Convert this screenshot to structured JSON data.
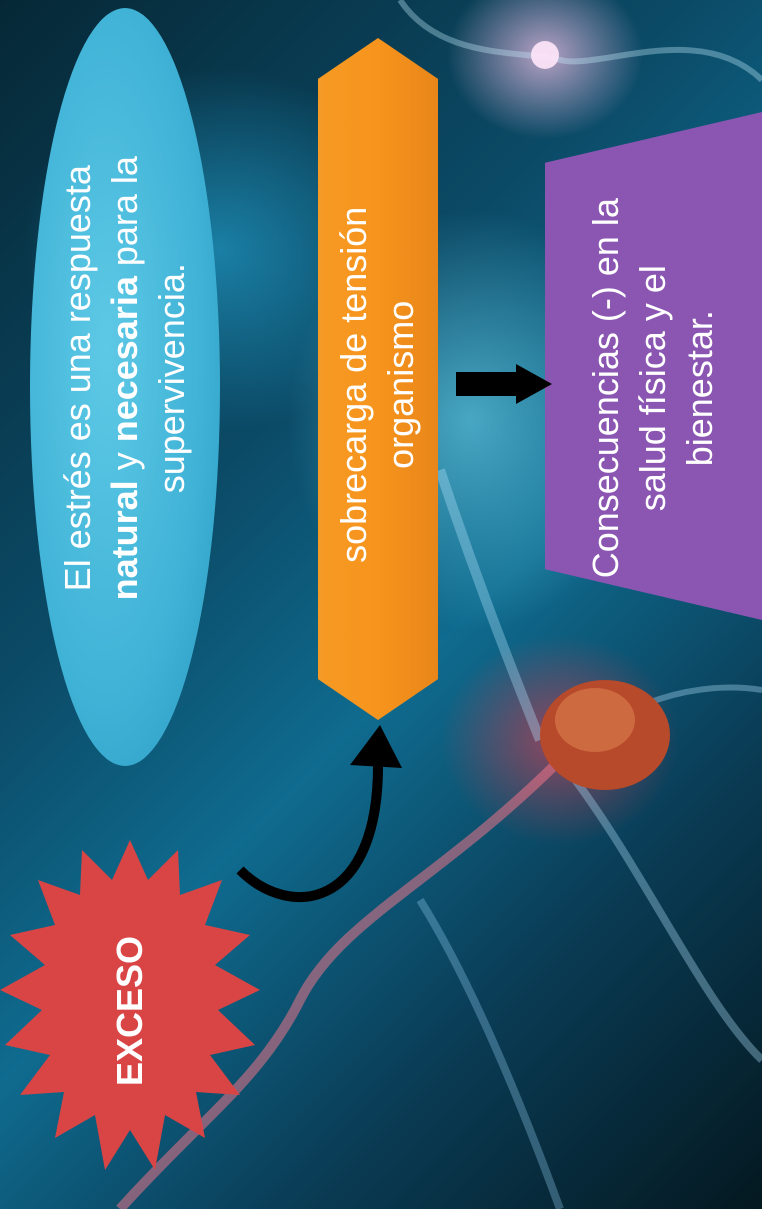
{
  "ellipse": {
    "line1": "El estrés es una respuesta",
    "bold1": "natural",
    "mid": " y ",
    "bold2": "necesaria",
    "tail": " para la",
    "line3": "supervivencia."
  },
  "octagon": {
    "line1": "sobrecarga de tensión",
    "line2": "organismo"
  },
  "purple_box": {
    "line1": "Consecuencias (-) en la",
    "line2": "salud física y el",
    "line3": "bienestar."
  },
  "starburst": {
    "label": "EXCESO"
  },
  "colors": {
    "ellipse": "#3fb2d6",
    "octagon": "#f7941d",
    "purple_box": "#8a56b2",
    "starburst": "#d94545",
    "arrow": "#000000"
  }
}
